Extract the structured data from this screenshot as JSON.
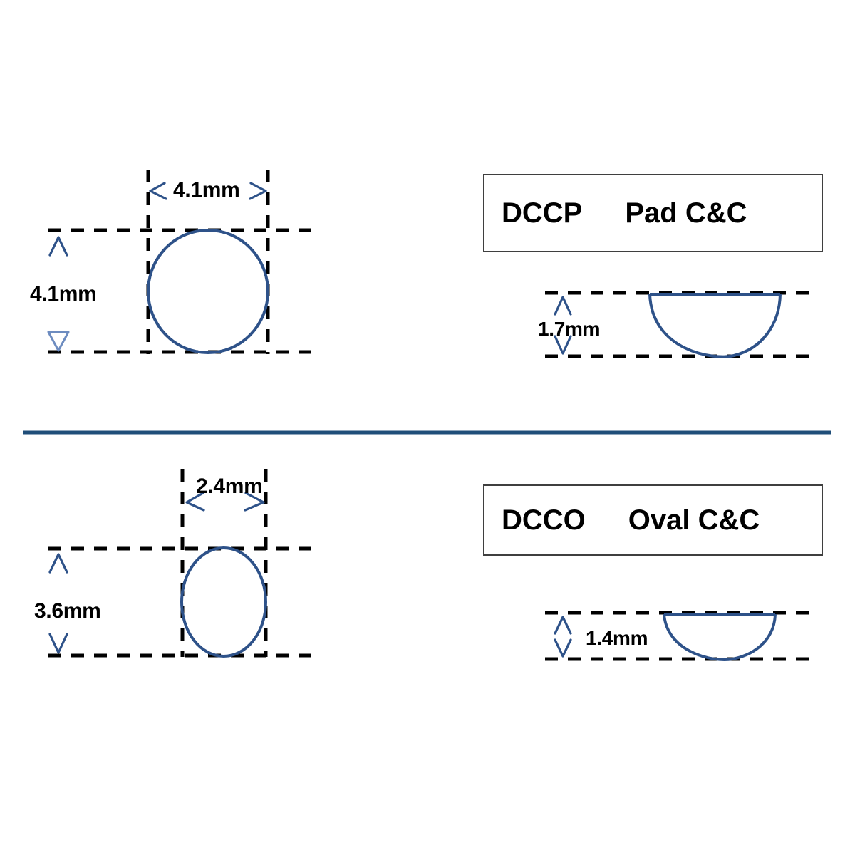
{
  "document": {
    "title": "Contact Lens Pad & Oval Dimension Drawing",
    "background_color": "#ffffff",
    "outline_color": "#2e5289",
    "dashed_color": "#000000",
    "divider_color": "#1f4e79"
  },
  "sections": [
    {
      "id": "dccp",
      "name": "Pad C&C",
      "front_view": {
        "shape": "circle",
        "width_label": "4.1mm",
        "height_label": "4.1mm"
      },
      "label_box": {
        "code": "DCCP",
        "description": "Pad C&C"
      },
      "side_view": {
        "shape": "dome",
        "depth_label": "1.7mm"
      }
    },
    {
      "id": "dcco",
      "name": "Oval C&C",
      "front_view": {
        "shape": "oval",
        "width_label": "2.4mm",
        "height_label": "3.6mm"
      },
      "label_box": {
        "code": "DCCO",
        "description": "Oval C&C"
      },
      "side_view": {
        "shape": "shallow-dome",
        "depth_label": "1.4mm"
      }
    }
  ],
  "icons": {
    "arrow_left": "<",
    "arrow_right": ">",
    "arrow_up": "^",
    "arrow_down_triangle": "triangle-down",
    "arrow_down": "v"
  }
}
